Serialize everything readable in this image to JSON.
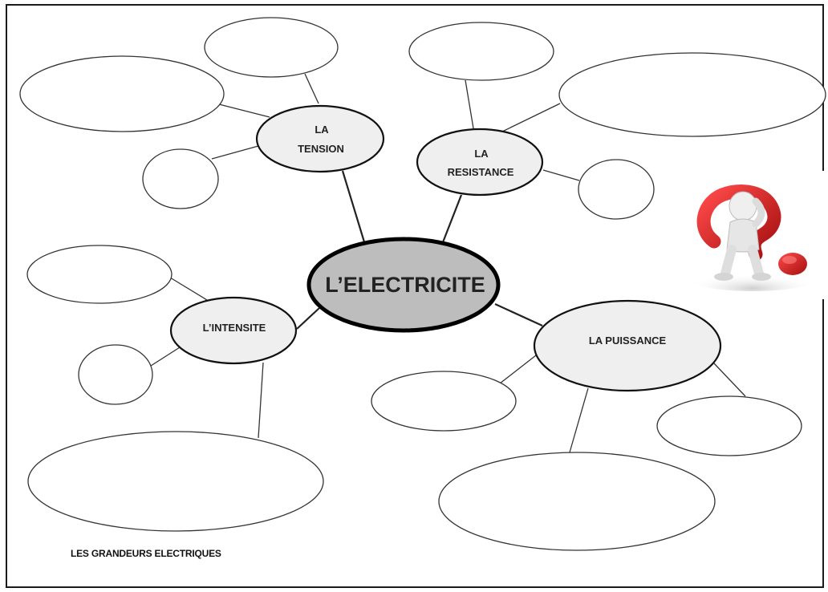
{
  "diagram": {
    "center": {
      "label": "L’ELECTRICITE"
    },
    "nodes": [
      {
        "id": "tension",
        "label_lines": [
          "LA",
          "TENSION"
        ]
      },
      {
        "id": "resistance",
        "label_lines": [
          "LA",
          "RESISTANCE"
        ]
      },
      {
        "id": "intensite",
        "label_lines": [
          "L’INTENSITE"
        ]
      },
      {
        "id": "puissance",
        "label_lines": [
          "LA PUISSANCE"
        ]
      }
    ],
    "caption": "LES GRANDEURS ELECTRIQUES"
  },
  "colors": {
    "center_fill": "#bdbdbd",
    "node_fill": "#efefef",
    "question_mark": "#d61f1f",
    "figure": "#e8e8e8"
  },
  "icons": [
    "thinking-figure-question-mark-icon"
  ]
}
